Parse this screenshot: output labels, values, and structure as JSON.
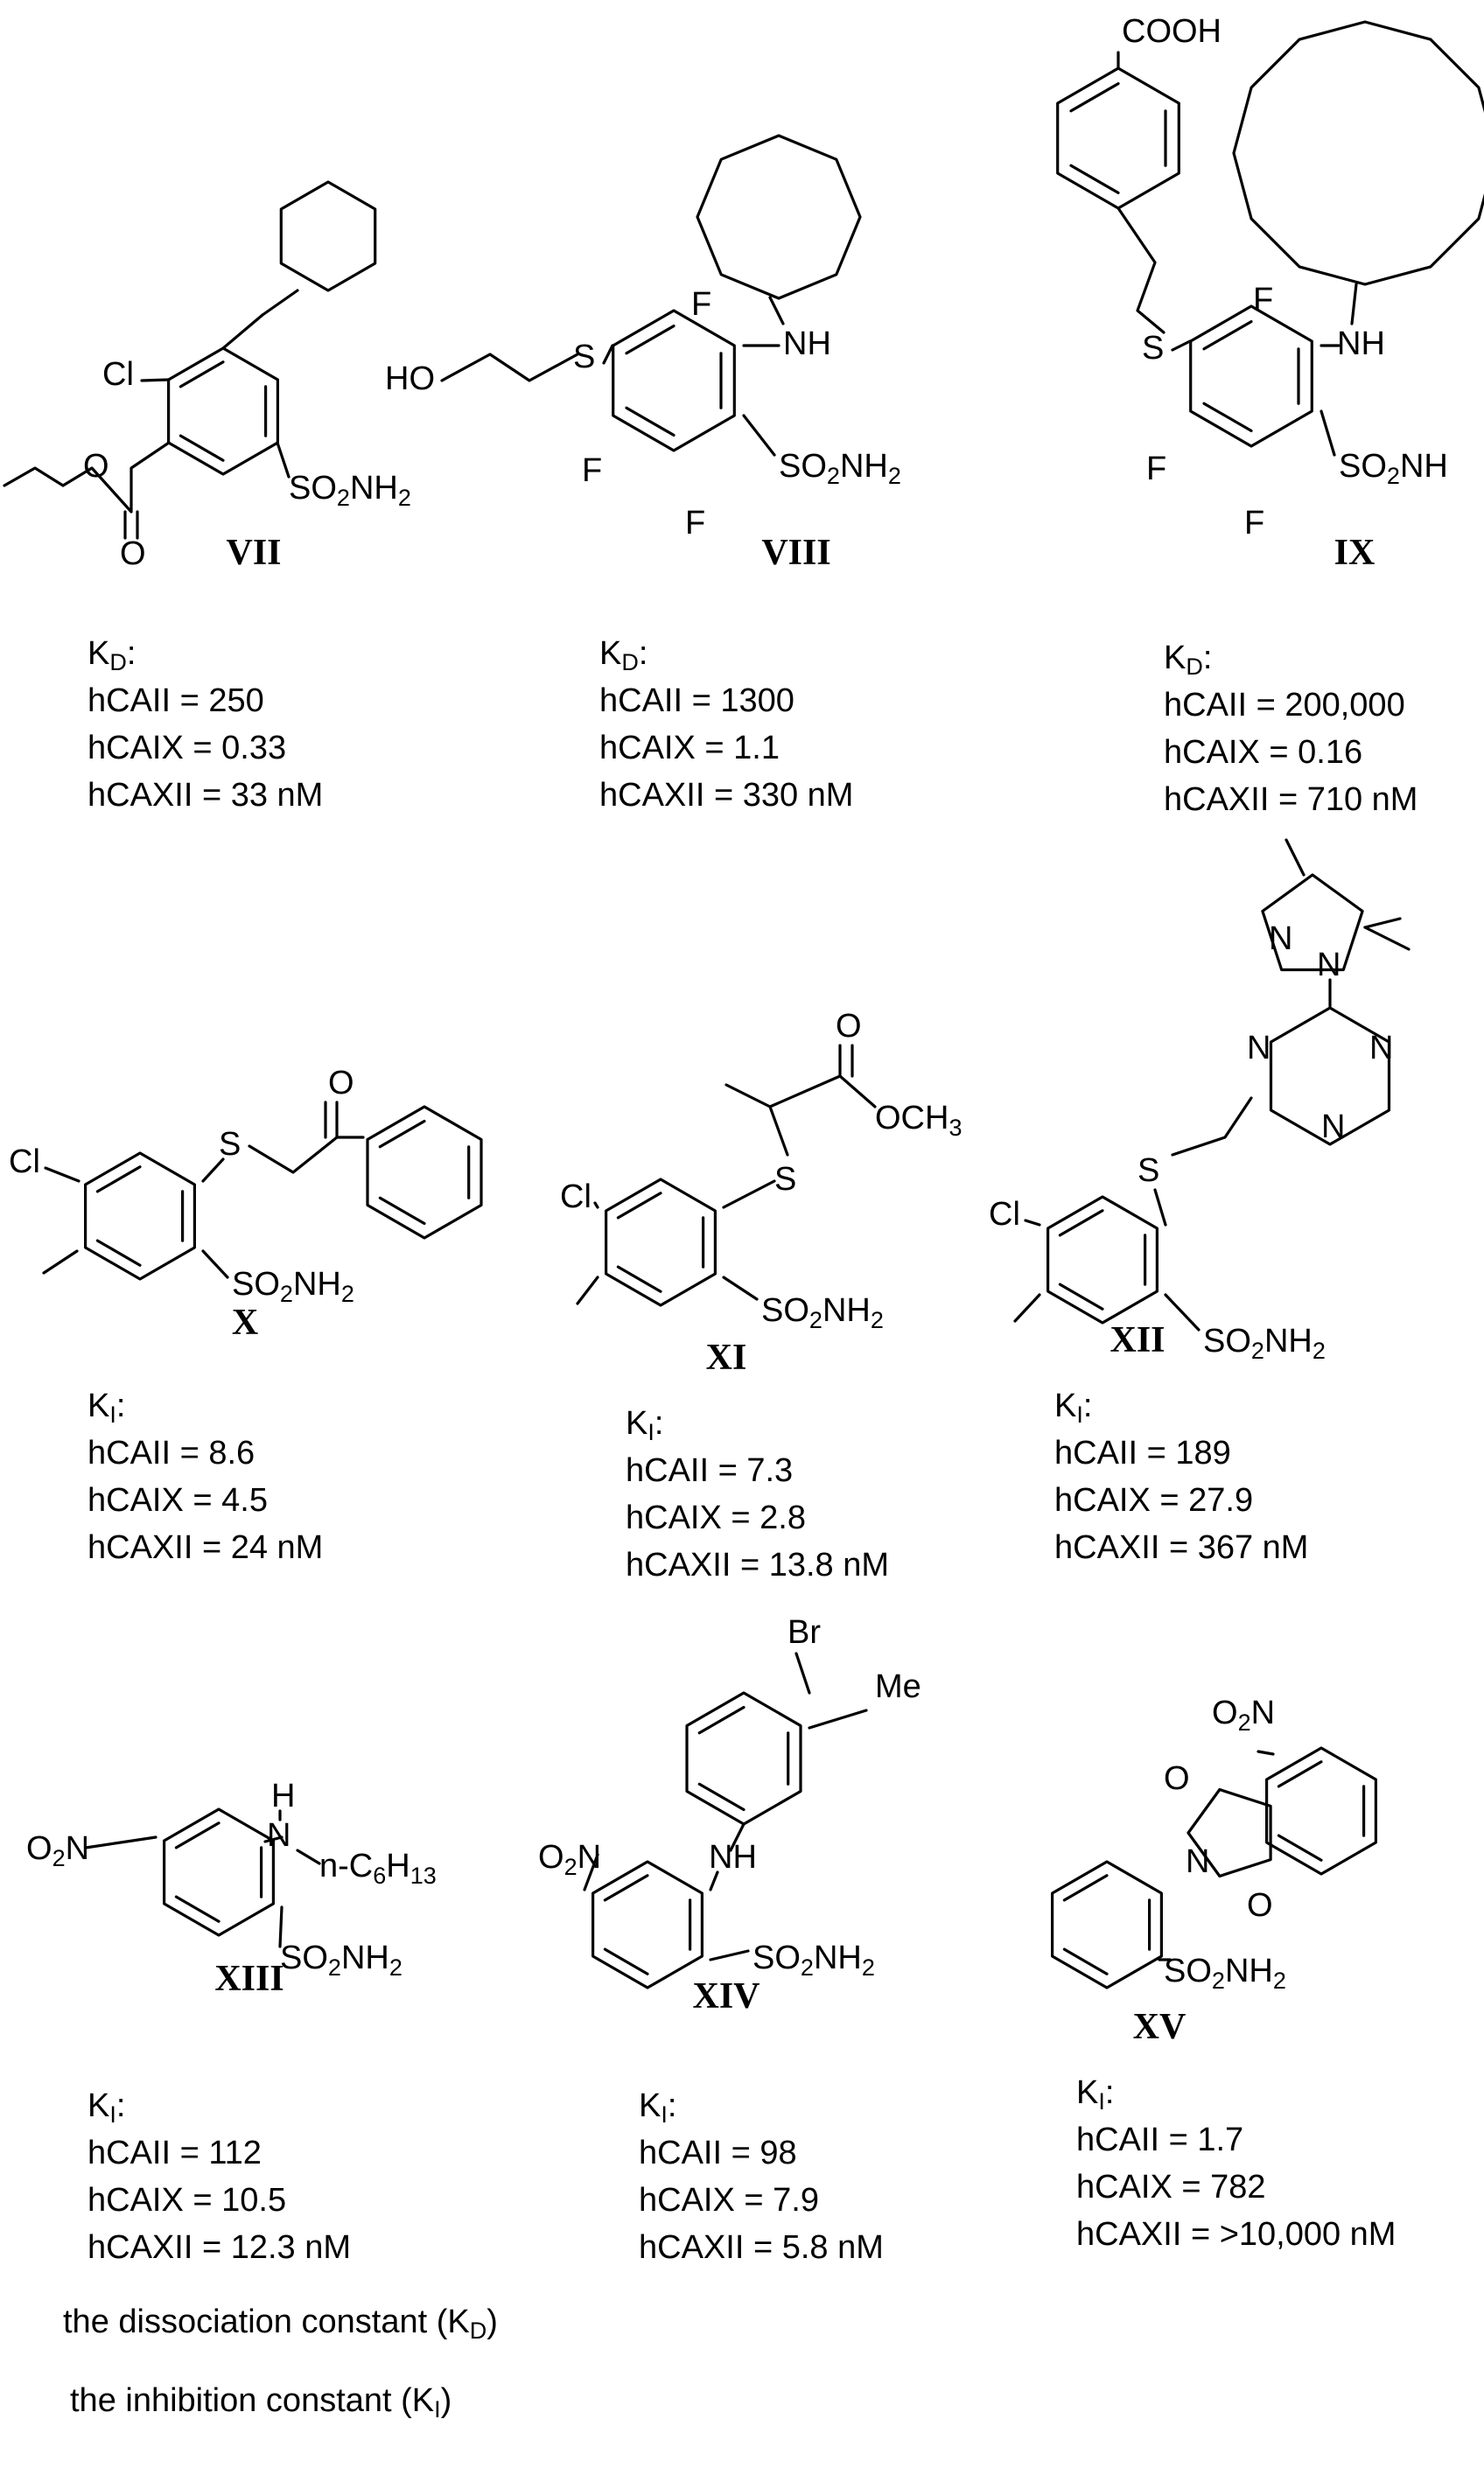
{
  "constants": {
    "kd": "K",
    "kd_sub": "D",
    "ki": "K",
    "ki_sub": "I"
  },
  "compounds": [
    {
      "id": "VII",
      "label": "VII",
      "constant": "kd",
      "lines": [
        "hCAII = 250",
        "hCAIX = 0.33",
        "hCAXII = 33 nM"
      ]
    },
    {
      "id": "VIII",
      "label": "VIII",
      "constant": "kd",
      "lines": [
        "hCAII = 1300",
        "hCAIX = 1.1",
        "hCAXII =  330 nM"
      ]
    },
    {
      "id": "IX",
      "label": "IX",
      "constant": "kd",
      "lines": [
        "hCAII = 200,000",
        "hCAIX = 0.16",
        "hCAXII = 710 nM"
      ]
    },
    {
      "id": "X",
      "label": "X",
      "constant": "ki",
      "lines": [
        "hCAII = 8.6",
        "hCAIX = 4.5",
        "hCAXII = 24 nM"
      ]
    },
    {
      "id": "XI",
      "label": "XI",
      "constant": "ki",
      "lines": [
        "hCAII = 7.3",
        "hCAIX = 2.8",
        "hCAXII = 13.8 nM"
      ]
    },
    {
      "id": "XII",
      "label": "XII",
      "constant": "ki",
      "lines": [
        "hCAII = 189",
        "hCAIX = 27.9",
        "hCAXII = 367 nM"
      ]
    },
    {
      "id": "XIII",
      "label": "XIII",
      "constant": "ki",
      "lines": [
        "hCAII = 112",
        "hCAIX = 10.5",
        "hCAXII = 12.3 nM"
      ]
    },
    {
      "id": "XIV",
      "label": "XIV",
      "constant": "ki",
      "lines": [
        "hCAII = 98",
        "hCAIX = 7.9",
        "hCAXII = 5.8 nM"
      ]
    },
    {
      "id": "XV",
      "label": "XV",
      "constant": "ki",
      "lines": [
        "hCAII = 1.7",
        "hCAIX = 782",
        "hCAXII = >10,000 nM"
      ]
    }
  ],
  "atoms": {
    "cl": "Cl",
    "s": "S",
    "o": "O",
    "f": "F",
    "n": "N",
    "nh": "NH",
    "h": "H",
    "br": "Br",
    "me": "Me",
    "ho": "HO",
    "cooh": "COOH",
    "och3": "OCH",
    "och3_sub": "3",
    "so2nh2": "SO",
    "so2nh2_sub": "2",
    "so2nh2_tail": "NH",
    "so2nh2_tail_sub": "2",
    "so2nh_ix": "SO",
    "so2nh_ix_sub": "2",
    "so2nh_ix_tail": "NH",
    "o2n": "O",
    "o2n_sub": "2",
    "o2n_tail": "N",
    "hexyl": "n-C",
    "hexyl_sub1": "6",
    "hexyl_mid": "H",
    "hexyl_sub2": "13"
  },
  "legend": {
    "kd_text": "the dissociation constant (K",
    "kd_sub": "D",
    "kd_close": ")",
    "ki_text": "the inhibition constant (K",
    "ki_sub": "I",
    "ki_close": ")"
  }
}
